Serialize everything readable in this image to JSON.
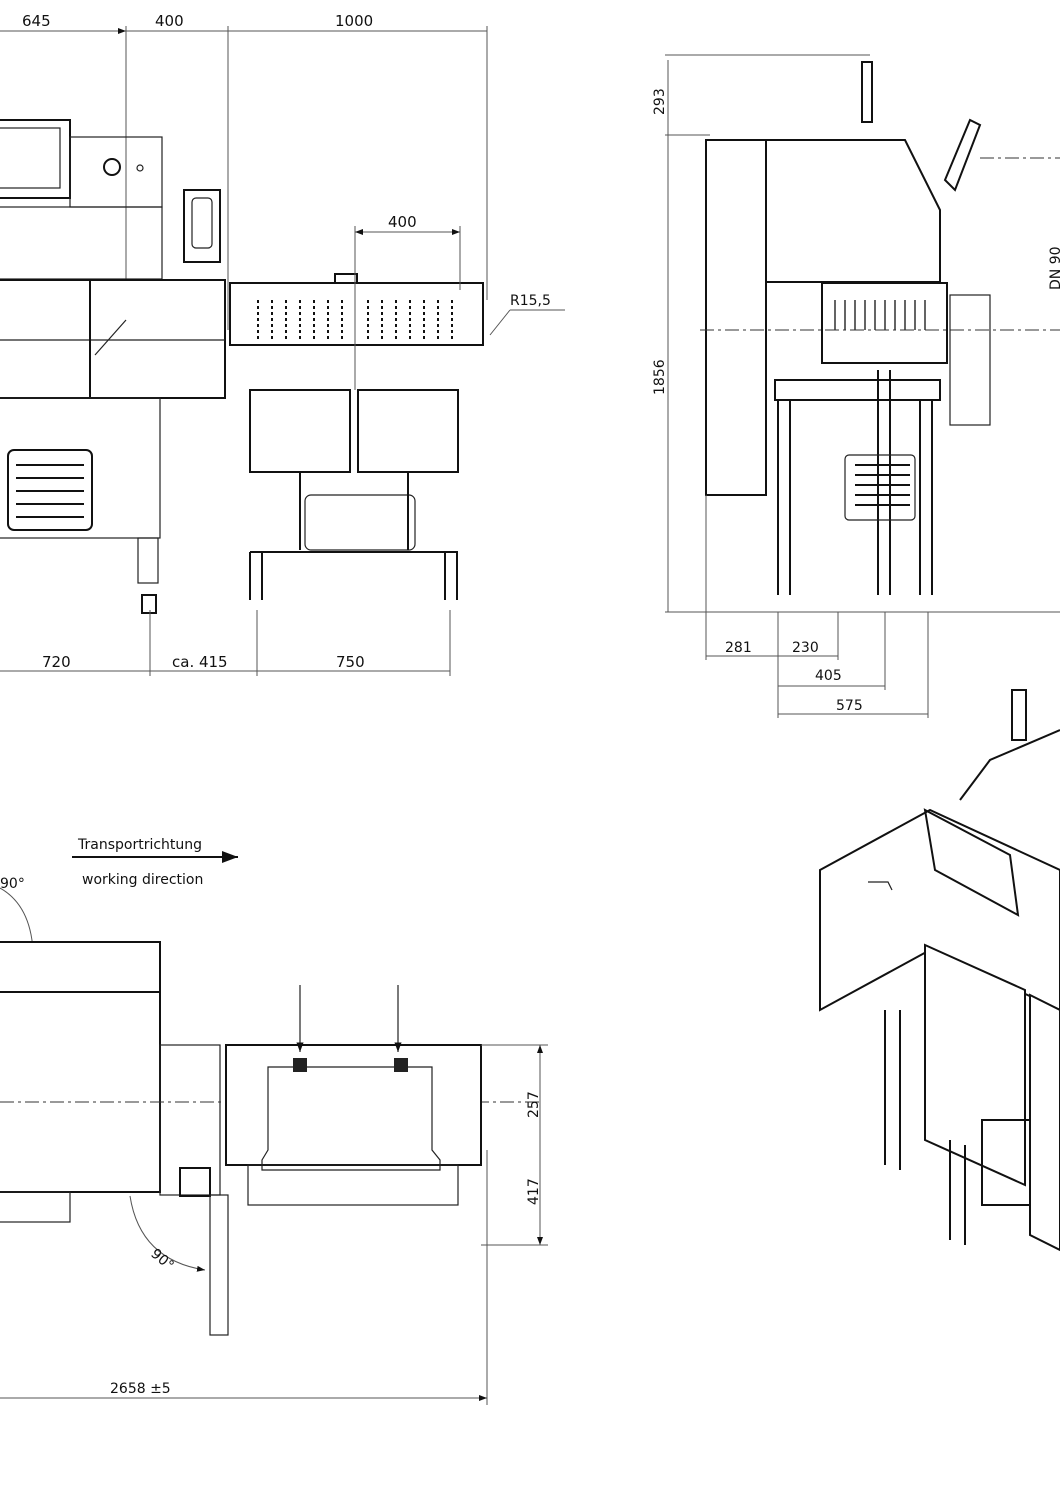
{
  "front_view": {
    "dims_top": [
      "645",
      "400",
      "1000"
    ],
    "dim_inner": "400",
    "radius": "R15,5",
    "dims_bottom": [
      "720",
      "ca. 415",
      "750"
    ]
  },
  "side_view": {
    "dim_top": "293",
    "dim_height": "1856",
    "dim_pipe": "DN 90",
    "dims_bottom": [
      "281",
      "230",
      "405",
      "575"
    ]
  },
  "top_view": {
    "direction_de": "Transportrichtung",
    "direction_en": "working direction",
    "angle_1": "90°",
    "angle_2": "90°",
    "dim_upper": "257",
    "dim_lower": "417",
    "dim_total": "2658 ±5"
  }
}
